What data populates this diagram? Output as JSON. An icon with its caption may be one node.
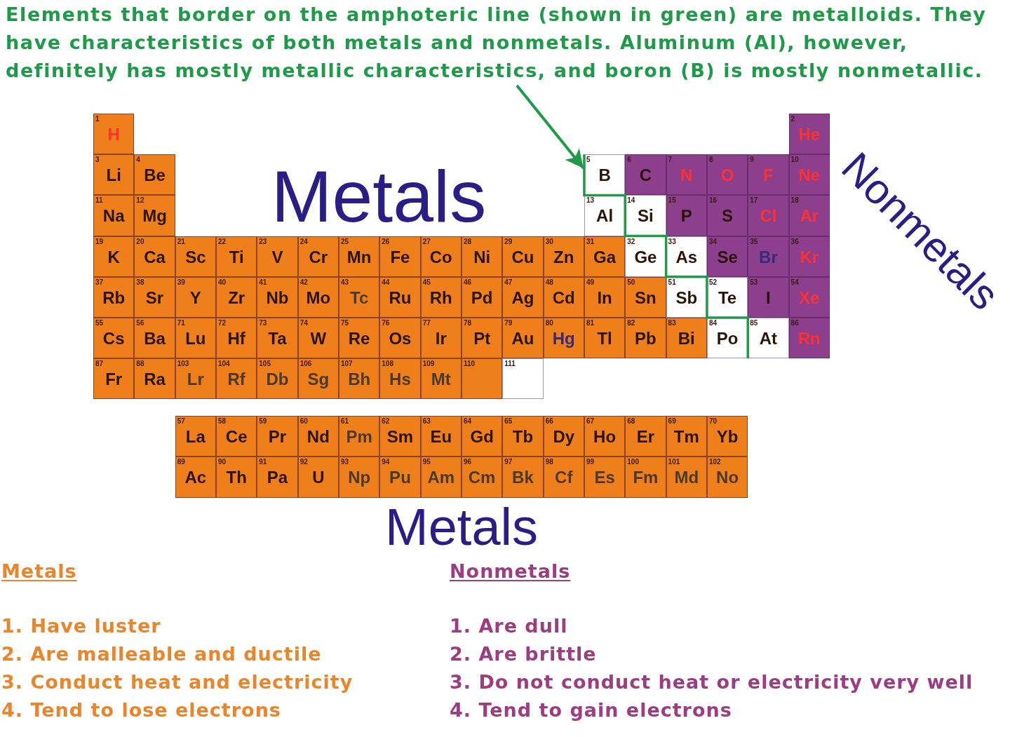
{
  "diagram": {
    "nodes": [
      {
        "text": [
          "Elements that border on the amphoteric line (shown in green) are metalloids. They have characteristics of both metals and nonmetals. Aluminum (Al), however, definitely has mostly metallic characteristics, and boron (B) is mostly nonmetallic."
        ]
      },
      {
        "text": [
          "1",
          "H"
        ]
      },
      {
        "text": [
          "2",
          "He"
        ]
      },
      {
        "text": [
          "3",
          "Li"
        ]
      },
      {
        "text": [
          "4",
          "Be"
        ]
      },
      {
        "text": [
          "5",
          "B"
        ]
      },
      {
        "text": [
          "6",
          "C"
        ]
      },
      {
        "text": [
          "7",
          "N"
        ]
      },
      {
        "text": [
          "8",
          "O"
        ]
      },
      {
        "text": [
          "9",
          "F"
        ]
      },
      {
        "text": [
          "10",
          "Ne"
        ]
      },
      {
        "text": [
          "11",
          "Na"
        ]
      },
      {
        "text": [
          "12",
          "Mg"
        ]
      },
      {
        "text": [
          "13",
          "Al"
        ]
      },
      {
        "text": [
          "14",
          "Si"
        ]
      },
      {
        "text": [
          "15",
          "P"
        ]
      },
      {
        "text": [
          "16",
          "S"
        ]
      },
      {
        "text": [
          "17",
          "Cl"
        ]
      },
      {
        "text": [
          "18",
          "Ar"
        ]
      },
      {
        "text": [
          "19",
          "K"
        ]
      },
      {
        "text": [
          "20",
          "Ca"
        ]
      },
      {
        "text": [
          "21",
          "Sc"
        ]
      },
      {
        "text": [
          "22",
          "Ti"
        ]
      },
      {
        "text": [
          "23",
          "V"
        ]
      },
      {
        "text": [
          "24",
          "Cr"
        ]
      },
      {
        "text": [
          "25",
          "Mn"
        ]
      },
      {
        "text": [
          "26",
          "Fe"
        ]
      },
      {
        "text": [
          "27",
          "Co"
        ]
      },
      {
        "text": [
          "28",
          "Ni"
        ]
      },
      {
        "text": [
          "29",
          "Cu"
        ]
      },
      {
        "text": [
          "30",
          "Zn"
        ]
      },
      {
        "text": [
          "31",
          "Ga"
        ]
      },
      {
        "text": [
          "32",
          "Ge"
        ]
      },
      {
        "text": [
          "33",
          "As"
        ]
      },
      {
        "text": [
          "34",
          "Se"
        ]
      },
      {
        "text": [
          "35",
          "Br"
        ]
      },
      {
        "text": [
          "36",
          "Kr"
        ]
      },
      {
        "text": [
          "37",
          "Rb"
        ]
      },
      {
        "text": [
          "38",
          "Sr"
        ]
      },
      {
        "text": [
          "39",
          "Y"
        ]
      },
      {
        "text": [
          "40",
          "Zr"
        ]
      },
      {
        "text": [
          "41",
          "Nb"
        ]
      },
      {
        "text": [
          "42",
          "Mo"
        ]
      },
      {
        "text": [
          "43",
          "Tc"
        ]
      },
      {
        "text": [
          "44",
          "Ru"
        ]
      },
      {
        "text": [
          "45",
          "Rh"
        ]
      },
      {
        "text": [
          "46",
          "Pd"
        ]
      },
      {
        "text": [
          "47",
          "Ag"
        ]
      },
      {
        "text": [
          "48",
          "Cd"
        ]
      },
      {
        "text": [
          "49",
          "In"
        ]
      },
      {
        "text": [
          "50",
          "Sn"
        ]
      },
      {
        "text": [
          "51",
          "Sb"
        ]
      },
      {
        "text": [
          "52",
          "Te"
        ]
      },
      {
        "text": [
          "53",
          "I"
        ]
      },
      {
        "text": [
          "54",
          "Xe"
        ]
      },
      {
        "text": [
          "55",
          "Cs"
        ]
      },
      {
        "text": [
          "56",
          "Ba"
        ]
      },
      {
        "text": [
          "71",
          "Lu"
        ]
      },
      {
        "text": [
          "72",
          "Hf"
        ]
      },
      {
        "text": [
          "73",
          "Ta"
        ]
      },
      {
        "text": [
          "74",
          "W"
        ]
      },
      {
        "text": [
          "75",
          "Re"
        ]
      },
      {
        "text": [
          "76",
          "Os"
        ]
      },
      {
        "text": [
          "77",
          "Ir"
        ]
      },
      {
        "text": [
          "78",
          "Pt"
        ]
      },
      {
        "text": [
          "79",
          "Au"
        ]
      },
      {
        "text": [
          "80",
          "Hg"
        ]
      },
      {
        "text": [
          "81",
          "Tl"
        ]
      },
      {
        "text": [
          "82",
          "Pb"
        ]
      },
      {
        "text": [
          "83",
          "Bi"
        ]
      },
      {
        "text": [
          "84",
          "Po"
        ]
      },
      {
        "text": [
          "85",
          "At"
        ]
      },
      {
        "text": [
          "86",
          "Rn"
        ]
      },
      {
        "text": [
          "87",
          "Fr"
        ]
      },
      {
        "text": [
          "88",
          "Ra"
        ]
      },
      {
        "text": [
          "103",
          "Lr"
        ]
      },
      {
        "text": [
          "104",
          "Rf"
        ]
      },
      {
        "text": [
          "105",
          "Db"
        ]
      },
      {
        "text": [
          "106",
          "Sg"
        ]
      },
      {
        "text": [
          "107",
          "Bh"
        ]
      },
      {
        "text": [
          "108",
          "Hs"
        ]
      },
      {
        "text": [
          "109",
          "Mt"
        ]
      },
      {
        "text": [
          "110"
        ]
      },
      {
        "text": [
          "111"
        ]
      },
      {
        "text": [
          "57",
          "La"
        ]
      },
      {
        "text": [
          "58",
          "Ce"
        ]
      },
      {
        "text": [
          "59",
          "Pr"
        ]
      },
      {
        "text": [
          "60",
          "Nd"
        ]
      },
      {
        "text": [
          "61",
          "Pm"
        ]
      },
      {
        "text": [
          "62",
          "Sm"
        ]
      },
      {
        "text": [
          "63",
          "Eu"
        ]
      },
      {
        "text": [
          "64",
          "Gd"
        ]
      },
      {
        "text": [
          "65",
          "Tb"
        ]
      },
      {
        "text": [
          "66",
          "Dy"
        ]
      },
      {
        "text": [
          "67",
          "Ho"
        ]
      },
      {
        "text": [
          "68",
          "Er"
        ]
      },
      {
        "text": [
          "69",
          "Tm"
        ]
      },
      {
        "text": [
          "70",
          "Yb"
        ]
      },
      {
        "text": [
          "89",
          "Ac"
        ]
      },
      {
        "text": [
          "90",
          "Th"
        ]
      },
      {
        "text": [
          "91",
          "Pa"
        ]
      },
      {
        "text": [
          "92",
          "U"
        ]
      },
      {
        "text": [
          "93",
          "Np"
        ]
      },
      {
        "text": [
          "94",
          "Pu"
        ]
      },
      {
        "text": [
          "95",
          "Am"
        ]
      },
      {
        "text": [
          "96",
          "Cm"
        ]
      },
      {
        "text": [
          "97",
          "Bk"
        ]
      },
      {
        "text": [
          "98",
          "Cf"
        ]
      },
      {
        "text": [
          "99",
          "Es"
        ]
      },
      {
        "text": [
          "100",
          "Fm"
        ]
      },
      {
        "text": [
          "101",
          "Md"
        ]
      },
      {
        "text": [
          "102",
          "No"
        ]
      }
    ],
    "edges": [
      {
        "from": 0,
        "to": 5,
        "arrow": "to"
      }
    ],
    "labels": [
      "Metals",
      "Nonmetals",
      "Metals",
      "Metals",
      "1. Have luster",
      "2. Are malleable and ductile",
      "3. Conduct heat and electricity",
      "4. Tend to lose electrons",
      "Nonmetals",
      "1. Are dull",
      "2. Are brittle",
      "3. Do not conduct heat or electricity very well",
      "4. Tend to gain electrons"
    ]
  }
}
